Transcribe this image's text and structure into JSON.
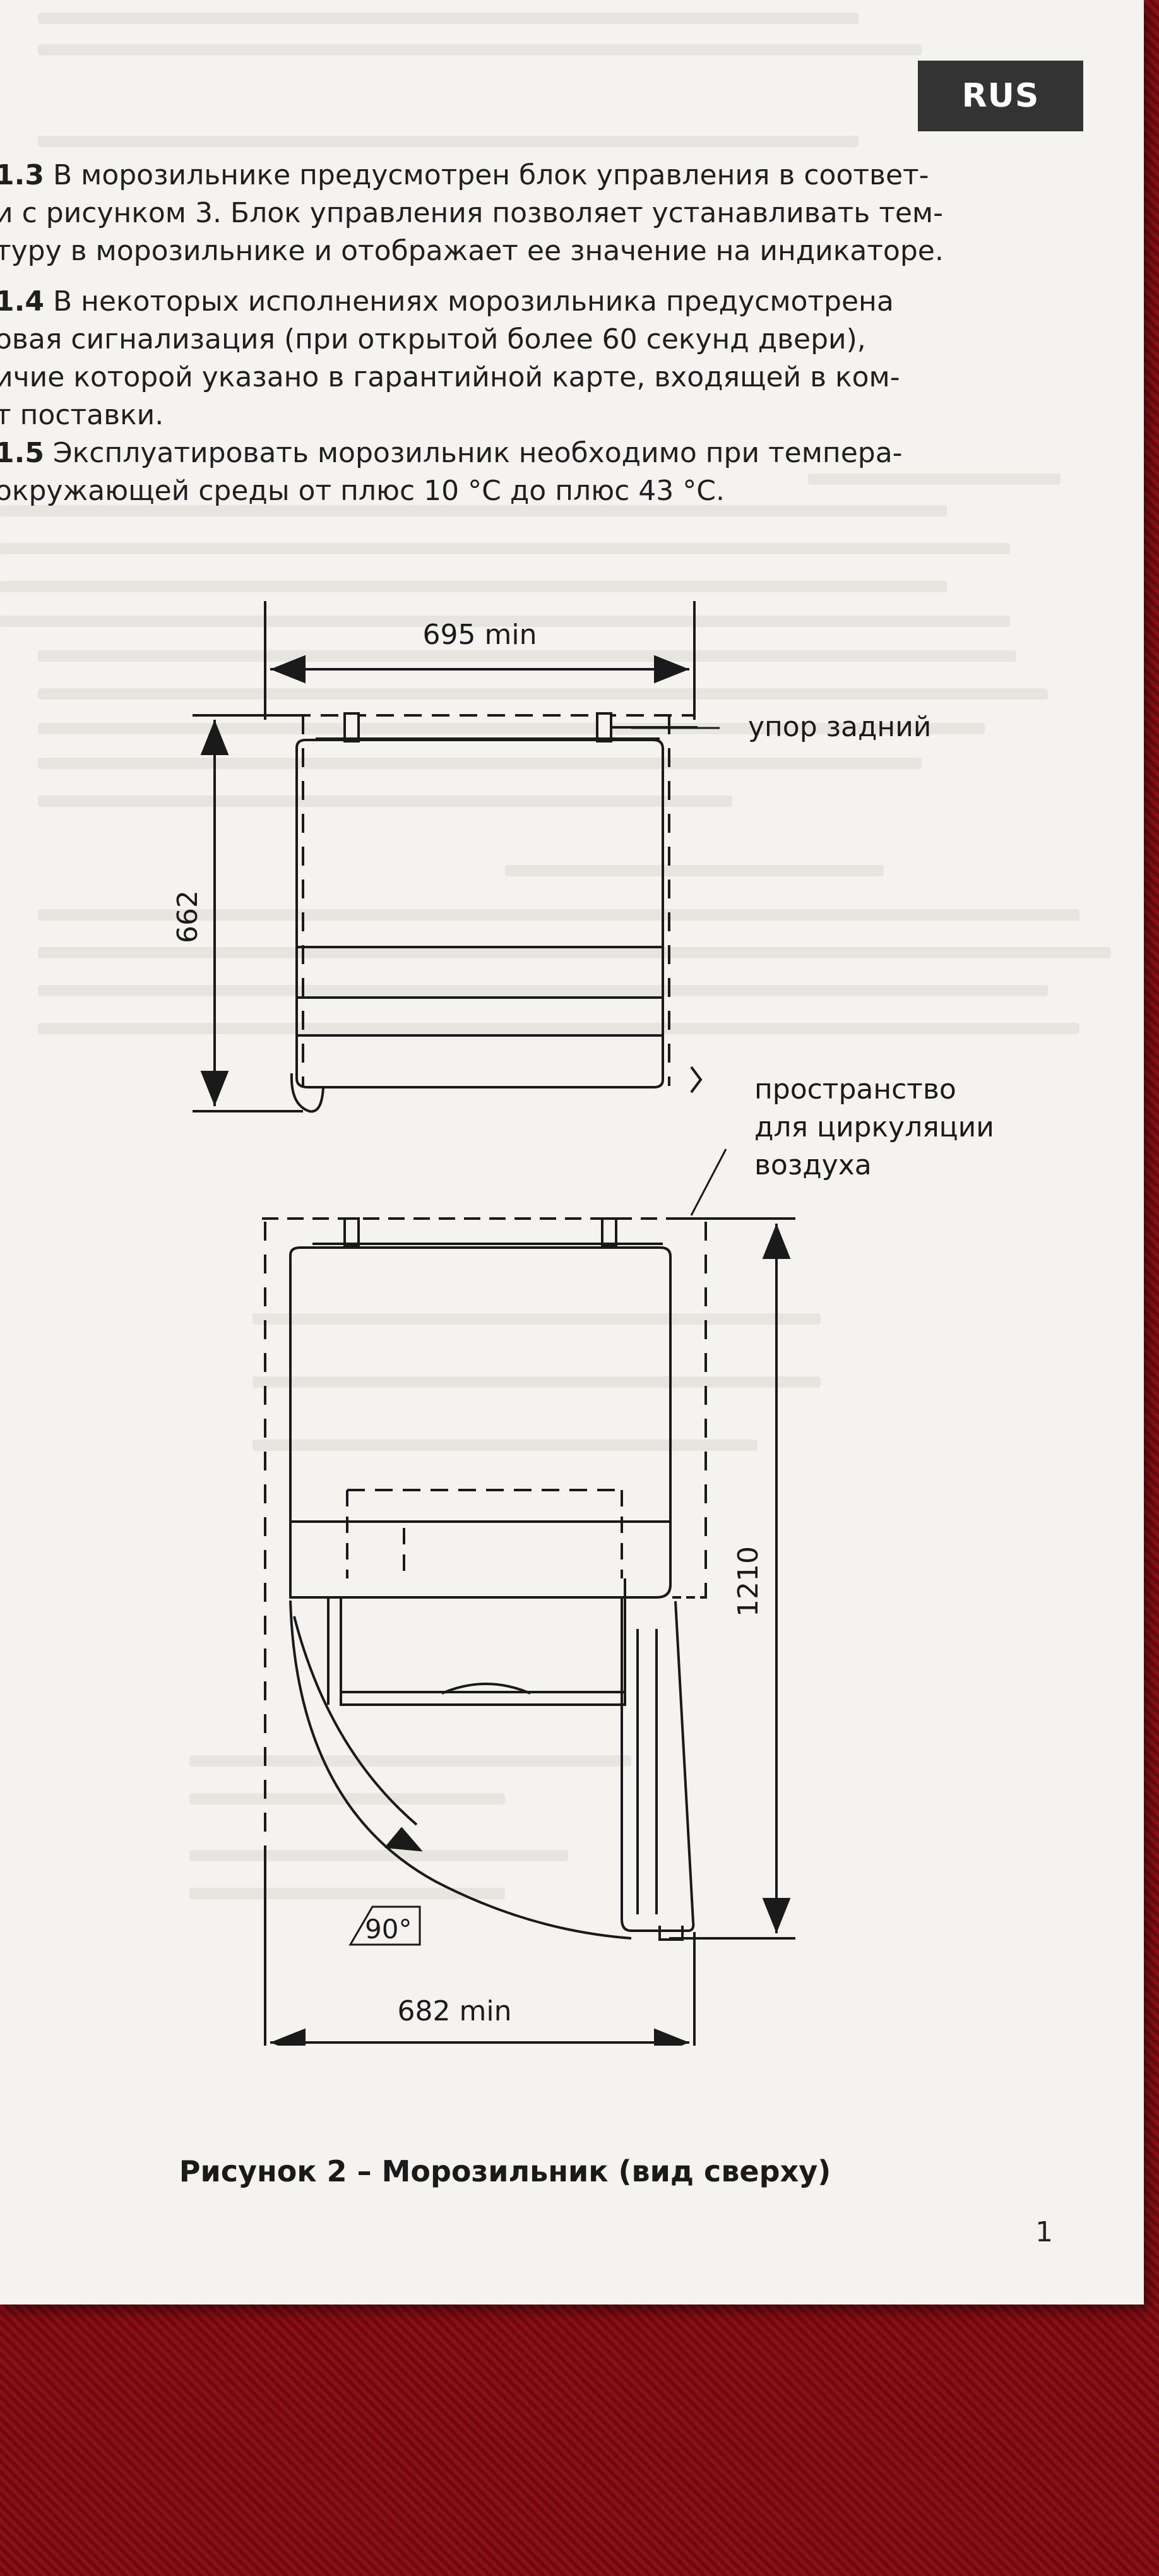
{
  "header": {
    "lang_badge": "RUS"
  },
  "paragraphs": [
    {
      "num": "1.3",
      "lines": [
        "В морозильнике предусмотрен блок управления в соответ-",
        "и с рисунком 3. Блок управления позволяет устанавливать тем-",
        "туру в морозильнике и отображает ее значение на индикаторе."
      ]
    },
    {
      "num": "1.4",
      "lines": [
        "В некоторых исполнениях морозильника предусмотрена",
        "овая сигнализация (при открытой более 60 секунд двери),",
        "ичие которой указано в гарантийной карте, входящей в ком-",
        "т поставки."
      ]
    },
    {
      "num": "1.5",
      "lines": [
        "Эксплуатировать морозильник необходимо при темпера-",
        "окружающей среды от плюс 10 °С до плюс 43 °С."
      ]
    }
  ],
  "figure": {
    "dim_top_width": "695 min",
    "dim_top_depth": "662",
    "label_rear_stop": "упор задний",
    "label_air_space": [
      "пространство",
      "для циркуляции",
      "воздуха"
    ],
    "dim_open_depth": "1210",
    "angle": "90°",
    "dim_bottom_width": "682 min",
    "caption": "Рисунок 2 – Морозильник (вид сверху)"
  },
  "page_number": "1",
  "colors": {
    "paper": "#f4f3f0",
    "ink": "#1f1f1f",
    "badge": "#333333",
    "background": "#7a0d12"
  }
}
